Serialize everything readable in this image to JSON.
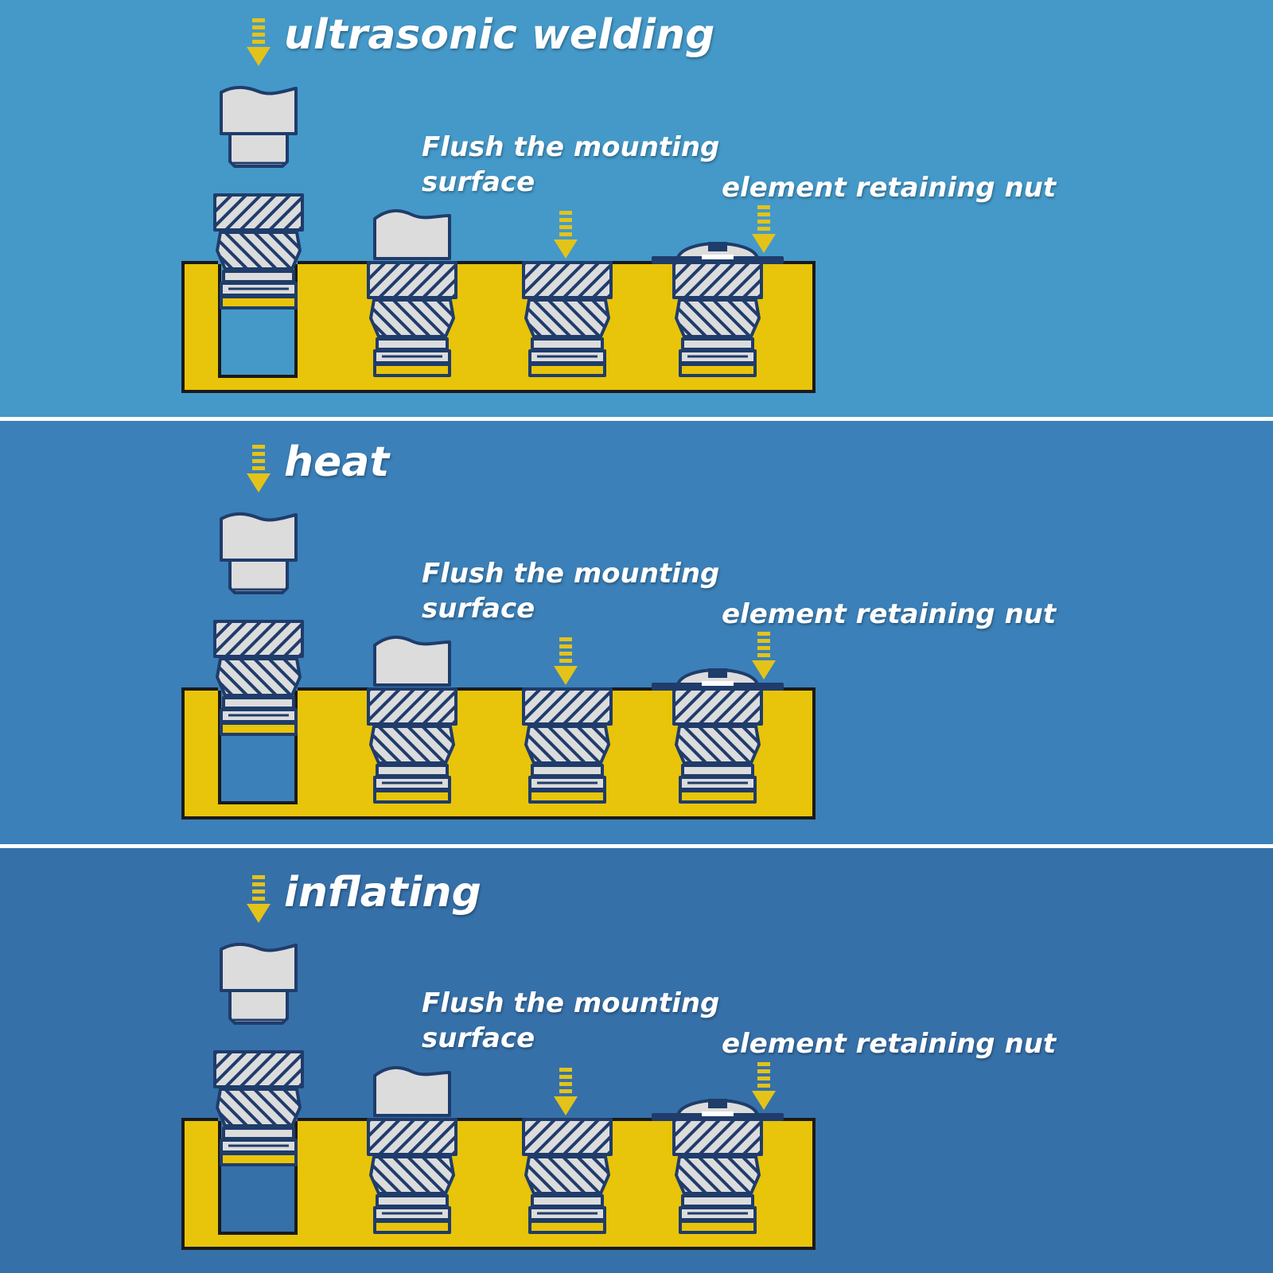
{
  "panels": [
    {
      "title": "ultrasonic welding",
      "flush_label": "Flush the mounting\nsurface",
      "nut_label": "element retaining nut",
      "background": "#4499c9"
    },
    {
      "title": "heat",
      "flush_label": "Flush the mounting\nsurface",
      "nut_label": "element retaining nut",
      "background": "#3b80b8"
    },
    {
      "title": "inflating",
      "flush_label": "Flush the mounting\nsurface",
      "nut_label": "element retaining nut",
      "background": "#3670a9"
    }
  ],
  "colors": {
    "substrate": "#e8c40a",
    "arrow": "#e3c319",
    "metal": "#dcdcdc",
    "outline": "#1f3c6b",
    "divider": "#ffffff"
  },
  "icons": [
    "down-arrow-icon",
    "heat-stake-tool-icon",
    "threaded-insert-icon",
    "screw-head-icon"
  ]
}
